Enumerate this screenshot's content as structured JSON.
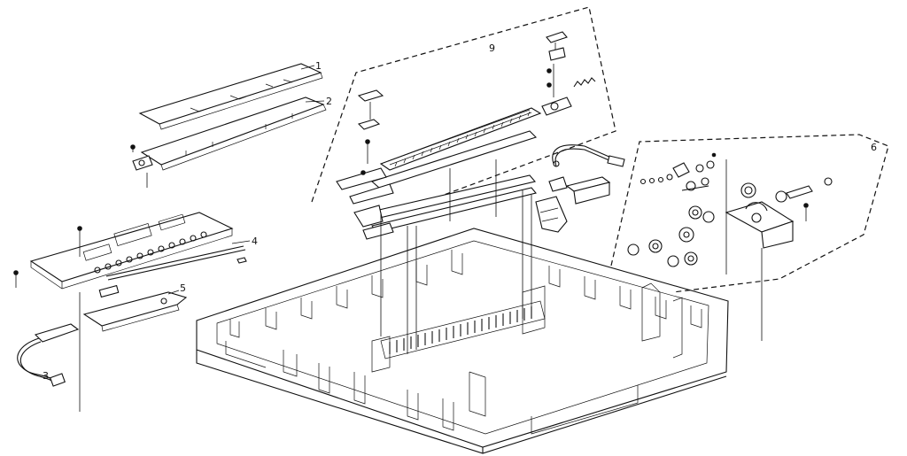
{
  "callouts": {
    "c1": "1",
    "c2": "2",
    "c3": "3",
    "c4": "4",
    "c5": "5",
    "c6": "6",
    "c9": "9"
  }
}
